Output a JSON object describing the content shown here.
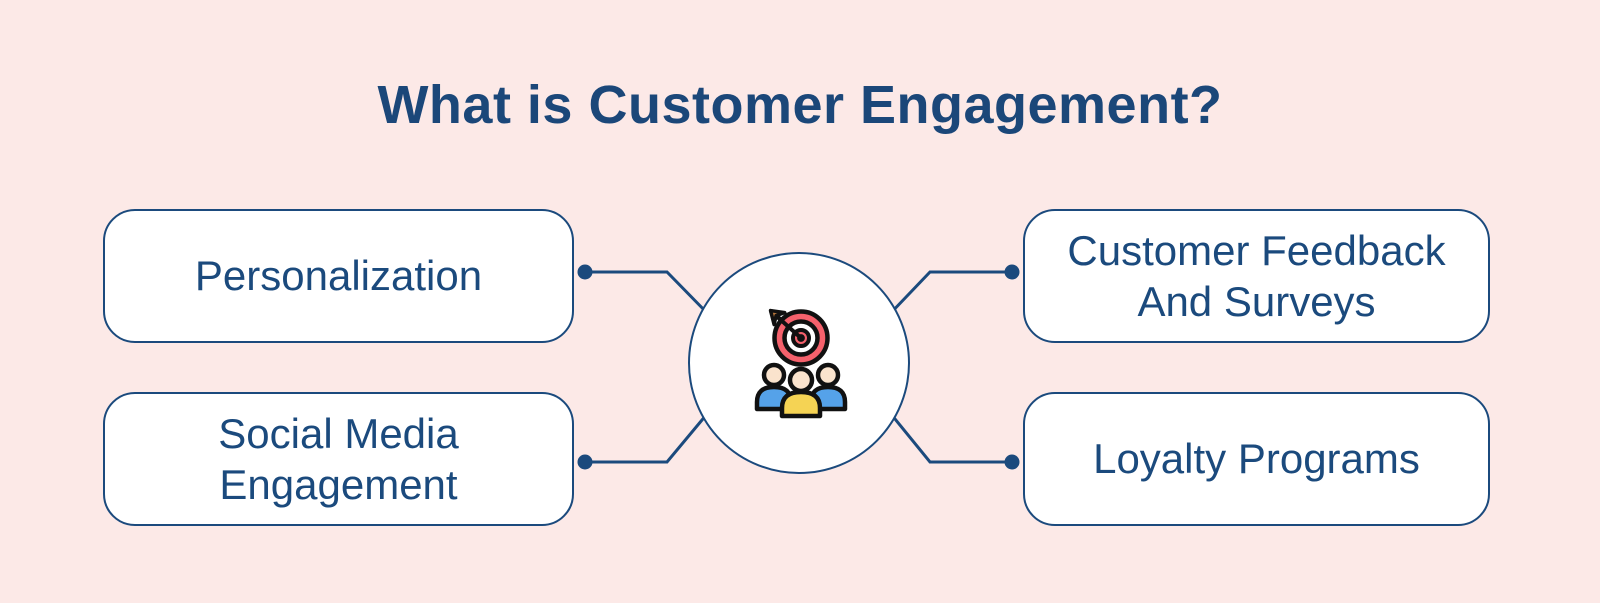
{
  "title": "What is Customer Engagement?",
  "nodes": [
    {
      "label": "Personalization",
      "position": "top-left"
    },
    {
      "label": "Social Media Engagement",
      "position": "bottom-left"
    },
    {
      "label": "Customer Feedback And Surveys",
      "position": "top-right"
    },
    {
      "label": "Loyalty Programs",
      "position": "bottom-right"
    }
  ],
  "center_icon": {
    "names": [
      "bullseye-arrow-icon",
      "people-group-icon"
    ],
    "description": "Dartboard hit by an arrow above a group of three people"
  },
  "colors": {
    "background": "#FCE9E7",
    "navy": "#1B4A7D",
    "title_navy": "#1B4779",
    "node_background": "#FFFFFF",
    "target_red": "#F5616C",
    "arrow_brown": "#B5763C",
    "person_blue": "#55A2E9",
    "person_yellow": "#F5D354",
    "skin_tone": "#FAE3CD",
    "icon_outline": "#111111"
  }
}
